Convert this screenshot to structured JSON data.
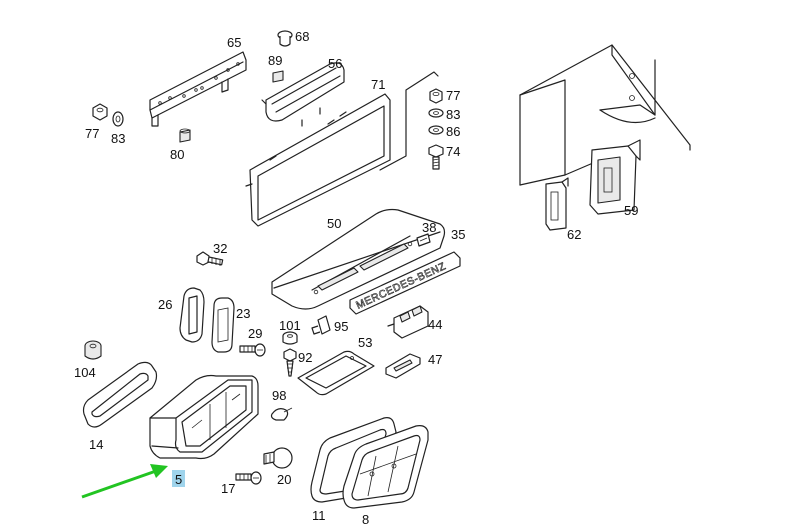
{
  "parts": {
    "p65": "65",
    "p68": "68",
    "p89": "89",
    "p56": "56",
    "p71": "71",
    "p77a": "77",
    "p83a": "83",
    "p86": "86",
    "p74": "74",
    "p77b": "77",
    "p83b": "83",
    "p80": "80",
    "p59": "59",
    "p62": "62",
    "p50": "50",
    "p38": "38",
    "p35": "35",
    "p32": "32",
    "p26": "26",
    "p23": "23",
    "p29": "29",
    "p101": "101",
    "p95": "95",
    "p92": "92",
    "p53": "53",
    "p44": "44",
    "p47": "47",
    "p104": "104",
    "p14": "14",
    "p98": "98",
    "p5": "5",
    "p17": "17",
    "p20": "20",
    "p11": "11",
    "p8": "8"
  },
  "emblem_text": "MERCEDES-BENZ",
  "highlight_part": "5",
  "colors": {
    "highlight": "#9fd4ec",
    "arrow": "#22c422"
  }
}
